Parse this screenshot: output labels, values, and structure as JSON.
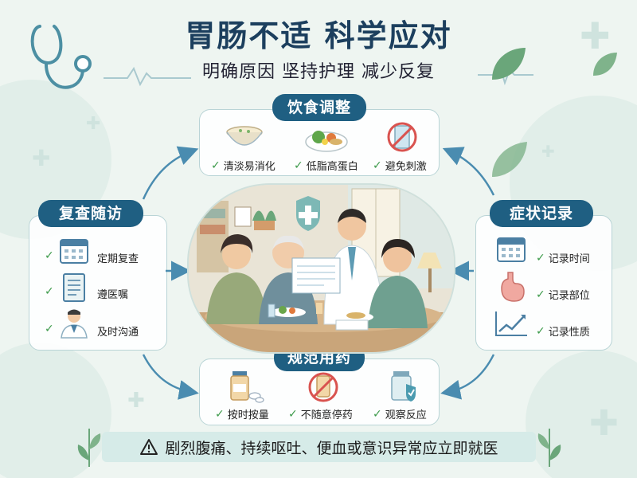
{
  "header": {
    "title": "胃肠不适 科学应对",
    "subtitle": "明确原因 坚持护理 减少反复"
  },
  "sections": {
    "diet": {
      "title": "饮食调整",
      "items": [
        {
          "label": "清淡易消化",
          "icon": "porridge-bowl-icon"
        },
        {
          "label": "低脂高蛋白",
          "icon": "healthy-plate-icon"
        },
        {
          "label": "避免刺激",
          "icon": "no-drink-icon"
        }
      ]
    },
    "followup": {
      "title": "复查随访",
      "items": [
        {
          "label": "定期复查",
          "icon": "calendar-icon"
        },
        {
          "label": "遵医嘱",
          "icon": "notebook-icon"
        },
        {
          "label": "及时沟通",
          "icon": "doctor-icon"
        }
      ]
    },
    "symptoms": {
      "title": "症状记录",
      "items": [
        {
          "label": "记录时间",
          "icon": "calendar-icon"
        },
        {
          "label": "记录部位",
          "icon": "stomach-icon"
        },
        {
          "label": "记录性质",
          "icon": "trend-chart-icon"
        }
      ]
    },
    "medication": {
      "title": "规范用药",
      "items": [
        {
          "label": "按时按量",
          "icon": "pill-bottle-icon"
        },
        {
          "label": "不随意停药",
          "icon": "no-pill-icon"
        },
        {
          "label": "观察反应",
          "icon": "shield-bottle-icon"
        }
      ]
    }
  },
  "warning": {
    "text": "剧烈腹痛、持续呕吐、便血或意识异常应立即就医",
    "icon": "warning-triangle-icon"
  },
  "colors": {
    "navy": "#1c3f5e",
    "pill": "#1f5f82",
    "check": "#3c9a4a",
    "border": "#b9d4d6",
    "arrow": "#4a8cb0"
  }
}
